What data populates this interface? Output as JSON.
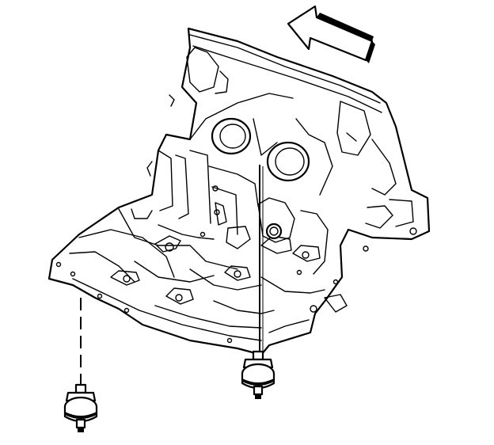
{
  "diagram": {
    "direction_arrow": "left-up",
    "parts": [
      {
        "name": "engine-block",
        "icon": "engine-block-icon"
      },
      {
        "name": "knock-sensor-left",
        "icon": "knock-sensor-icon"
      },
      {
        "name": "knock-sensor-right",
        "icon": "knock-sensor-icon"
      }
    ],
    "colors": {
      "line": "#000000",
      "background": "#ffffff"
    }
  }
}
